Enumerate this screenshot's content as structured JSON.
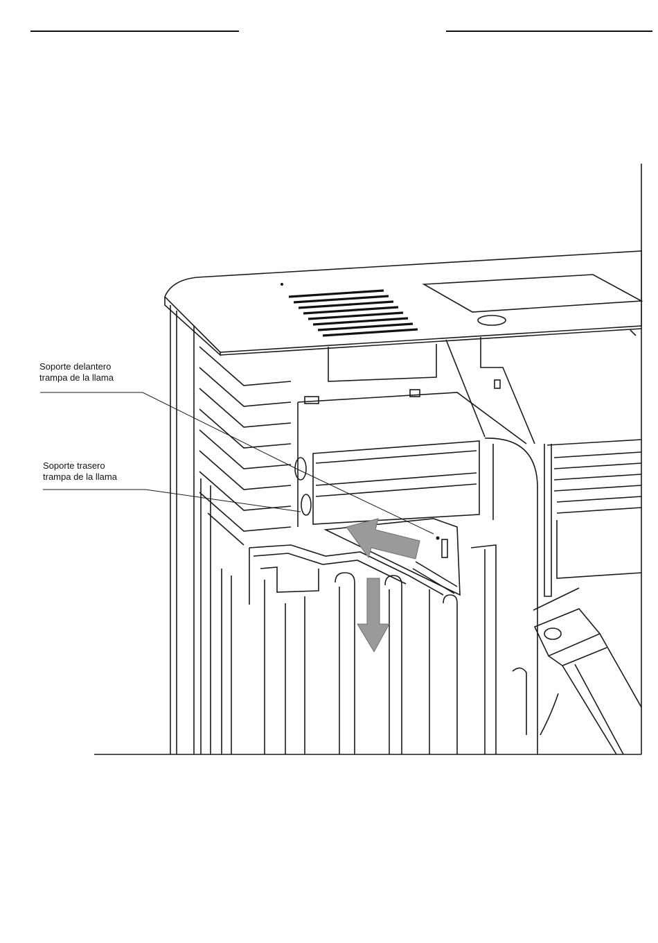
{
  "labels": {
    "front_support": {
      "line1": "Soporte delantero",
      "line2": "trampa de la llama"
    },
    "rear_support": {
      "line1": "Soporte  trasero",
      "line2": "trampa de la llama"
    }
  },
  "colors": {
    "line": "#1a1a1a",
    "arrow_fill": "#9a9a9a",
    "background": "#ffffff"
  }
}
